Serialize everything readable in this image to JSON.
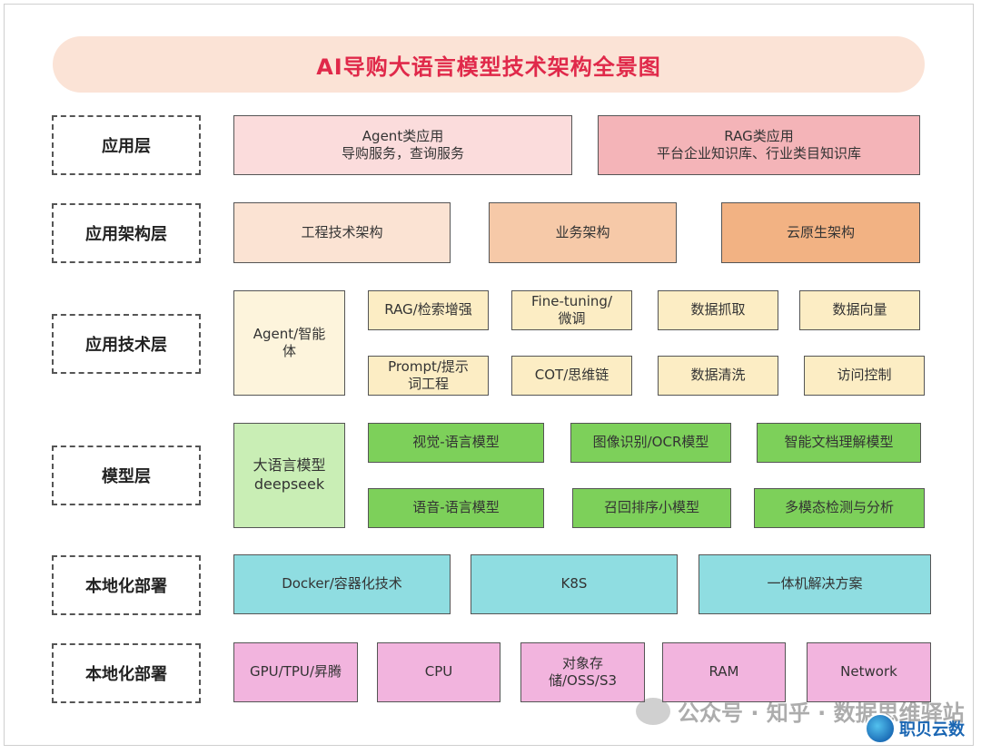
{
  "title": "AI导购大语言模型技术架构全景图",
  "layers": [
    {
      "label": "应用层"
    },
    {
      "label": "应用架构层"
    },
    {
      "label": "应用技术层"
    },
    {
      "label": "模型层"
    },
    {
      "label": "本地化部署"
    },
    {
      "label": "本地化部署"
    }
  ],
  "app_layer": {
    "agent": {
      "line1": "Agent类应用",
      "line2": "导购服务，查询服务"
    },
    "rag": {
      "line1": "RAG类应用",
      "line2": "平台企业知识库、行业类目知识库"
    }
  },
  "app_arch_layer": [
    "工程技术架构",
    "业务架构",
    "云原生架构"
  ],
  "app_tech_layer": {
    "agent": {
      "line1": "Agent/智能",
      "line2": "体"
    },
    "rag": "RAG/检索增强",
    "finetune": {
      "line1": "Fine-tuning/",
      "line2": "微调"
    },
    "crawl": "数据抓取",
    "vector": "数据向量",
    "prompt": {
      "line1": "Prompt/提示",
      "line2": "词工程"
    },
    "cot": "COT/思维链",
    "clean": "数据清洗",
    "access": "访问控制"
  },
  "model_layer": {
    "llm": {
      "line1": "大语言模型",
      "line2": "deepseek"
    },
    "vision": "视觉-语言模型",
    "ocr": "图像识别/OCR模型",
    "doc": "智能文档理解模型",
    "speech": "语音-语言模型",
    "rerank": "召回排序小模型",
    "multimodal": "多模态检测与分析"
  },
  "deploy_layer": [
    "Docker/容器化技术",
    "K8S",
    "一体机解决方案"
  ],
  "hardware_layer": {
    "gpu": "GPU/TPU/昇腾",
    "cpu": "CPU",
    "storage": {
      "line1": "对象存",
      "line2": "储/OSS/S3"
    },
    "ram": "RAM",
    "network": "Network"
  },
  "watermark": "公众号 · 知乎 · 数据思维驿站",
  "brand": "职贝云数",
  "colors": {
    "title": "#e0294a",
    "title_bg": "#fbe3d6",
    "model_green": "#7dd05a",
    "deploy_cyan": "#8fdde1",
    "hardware_magenta": "#f2b4de"
  }
}
